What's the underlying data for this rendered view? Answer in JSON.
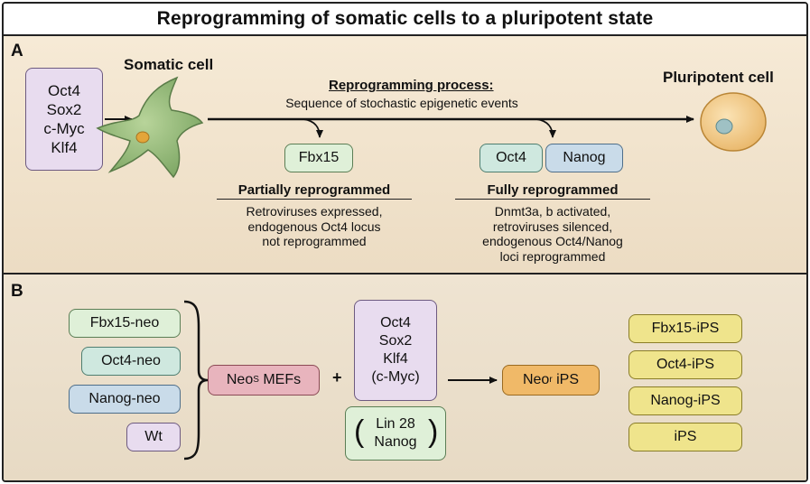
{
  "title": "Reprogramming of somatic cells to a pluripotent state",
  "panel_a": {
    "label": "A",
    "factors": [
      "Oct4",
      "Sox2",
      "c-Myc",
      "Klf4"
    ],
    "somatic_label": "Somatic cell",
    "pluripotent_label": "Pluripotent cell",
    "process_title": "Reprogramming process:",
    "process_subtitle": "Sequence of stochastic epigenetic events",
    "partial_marker": "Fbx15",
    "full_markers": [
      "Oct4",
      "Nanog"
    ],
    "partial": {
      "heading": "Partially reprogrammed",
      "lines": [
        "Retroviruses expressed,",
        "endogenous Oct4 locus",
        "not reprogrammed"
      ]
    },
    "full": {
      "heading": "Fully reprogrammed",
      "lines": [
        "Dnmt3a, b activated,",
        "retroviruses silenced,",
        "endogenous Oct4/Nanog",
        "loci reprogrammed"
      ]
    }
  },
  "panel_b": {
    "label": "B",
    "reporters": [
      "Fbx15-neo",
      "Oct4-neo",
      "Nanog-neo",
      "Wt"
    ],
    "mefs": {
      "base": "Neo",
      "sup": "S",
      "rest": " MEFs"
    },
    "plus": "+",
    "factors": [
      "Oct4",
      "Sox2",
      "Klf4",
      "(c-Myc)"
    ],
    "optional": [
      "Lin 28",
      "Nanog"
    ],
    "ips": {
      "base": "Neo",
      "sup": "r",
      "rest": " iPS"
    },
    "outputs": [
      "Fbx15-iPS",
      "Oct4-iPS",
      "Nanog-iPS",
      "iPS"
    ]
  }
}
